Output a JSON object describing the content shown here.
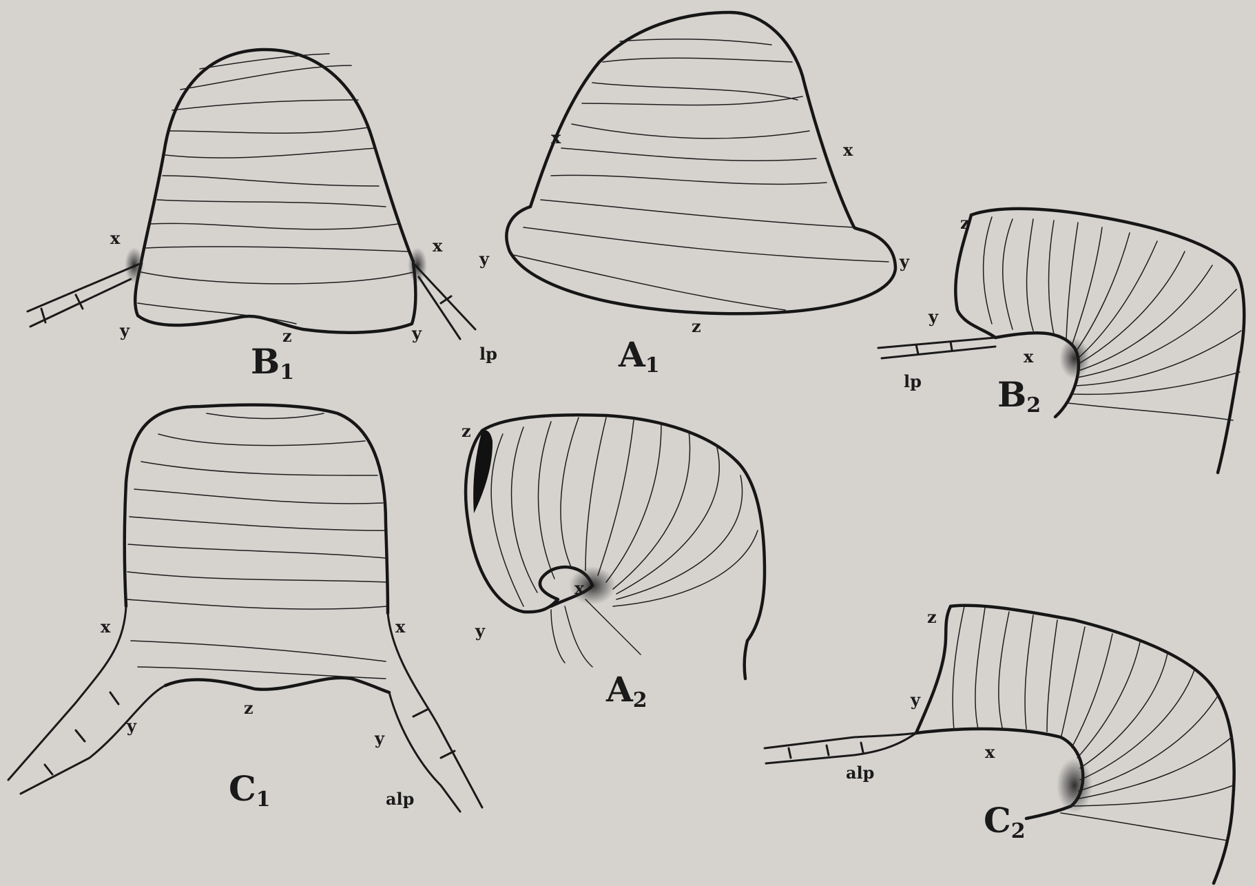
{
  "figures": {
    "b1": {
      "letter": "B",
      "sub": "1",
      "labels": {
        "x_left": "x",
        "x_right": "x",
        "y_left": "y",
        "y_right": "y",
        "y_outer": "y",
        "z": "z",
        "lp": "lp"
      }
    },
    "a1": {
      "letter": "A",
      "sub": "1",
      "labels": {
        "x_left": "x",
        "x_right": "x",
        "y": "y",
        "z": "z"
      }
    },
    "b2": {
      "letter": "B",
      "sub": "2",
      "labels": {
        "z": "z",
        "y": "y",
        "x": "x",
        "lp": "lp"
      }
    },
    "c1": {
      "letter": "C",
      "sub": "1",
      "labels": {
        "x_left": "x",
        "x_right": "x",
        "y_left": "y",
        "y_right": "y",
        "z": "z",
        "alp": "alp"
      }
    },
    "a2": {
      "letter": "A",
      "sub": "2",
      "labels": {
        "z": "z",
        "x": "x",
        "y": "y"
      }
    },
    "c2": {
      "letter": "C",
      "sub": "2",
      "labels": {
        "z": "z",
        "y": "y",
        "x": "x",
        "alp": "alp"
      }
    }
  }
}
